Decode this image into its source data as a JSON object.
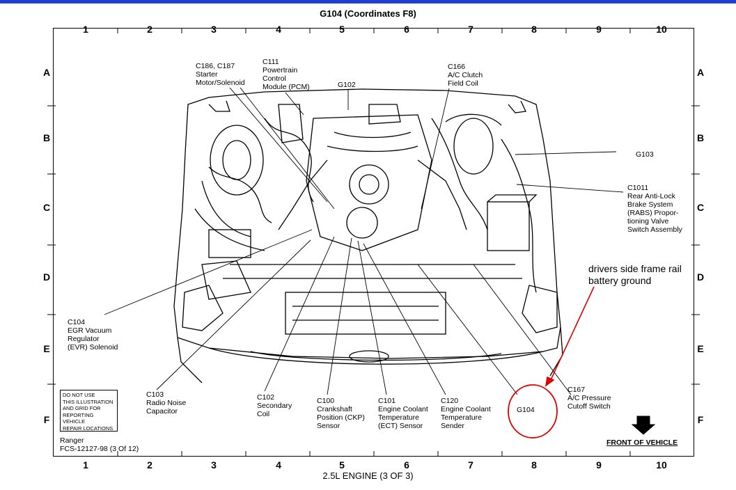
{
  "title": "G104  (Coordinates  F8)",
  "footer": "2.5L ENGINE (3 OF 3)",
  "columns": [
    "1",
    "2",
    "3",
    "4",
    "5",
    "6",
    "7",
    "8",
    "9",
    "10"
  ],
  "rows": [
    "A",
    "B",
    "C",
    "D",
    "E",
    "F"
  ],
  "components": {
    "c186": "C186, C187\nStarter\nMotor/Solenoid",
    "c111": "C111\nPowertrain\nControl\nModule (PCM)",
    "g102": "G102",
    "c166": "C166\nA/C Clutch\nField Coil",
    "g103": "G103",
    "c1011": "C1011\nRear Anti-Lock\nBrake System\n(RABS) Propor-\ntioning Valve\nSwitch Assembly",
    "c104": "C104\nEGR Vacuum\nRegulator\n(EVR) Solenoid",
    "c103": "C103\nRadio Noise\nCapacitor",
    "c102": "C102\nSecondary\nCoil",
    "c100": "C100\nCrankshaft\nPosition (CKP)\nSensor",
    "c101": "C101\nEngine Coolant\nTemperature\n(ECT) Sensor",
    "c120": "C120\nEngine Coolant\nTemperature\nSender",
    "g104": "G104",
    "c167": "C167\nA/C Pressure\nCutoff Switch"
  },
  "notice_lines": [
    "DO NOT USE",
    "THIS ILLUSTRATION",
    "AND GRID FOR",
    "REPORTING VEHICLE",
    "REPAIR LOCATIONS"
  ],
  "vehicle": "Ranger",
  "figure_code": "FCS-12127-98 (3 Of 12)",
  "front_label": "FRONT OF VEHICLE",
  "annotation": {
    "line1": "drivers side frame rail",
    "line2": "battery ground",
    "color": "#e00000"
  }
}
